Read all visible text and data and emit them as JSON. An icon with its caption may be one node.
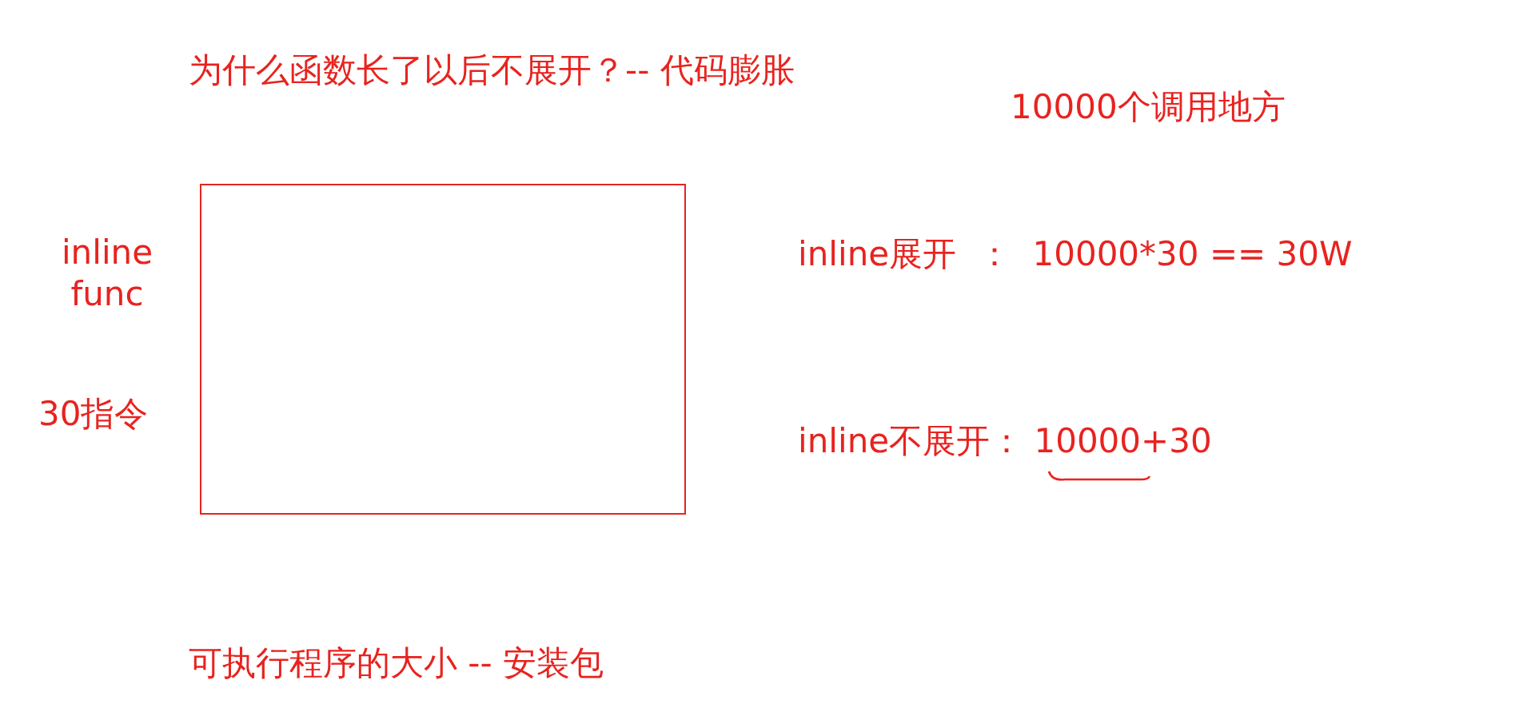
{
  "diagram": {
    "title": "为什么函数长了以后不展开？-- 代码膨胀",
    "nodes": [
      {
        "text": [],
        "shape": "box",
        "beside": [
          "inline func",
          "30指令"
        ]
      }
    ],
    "labels": [
      "10000个调用地方",
      "inline展开  ：  10000*30 == 30W",
      "inline不展开： 10000+30",
      "可执行程序的大小 -- 安装包"
    ]
  }
}
